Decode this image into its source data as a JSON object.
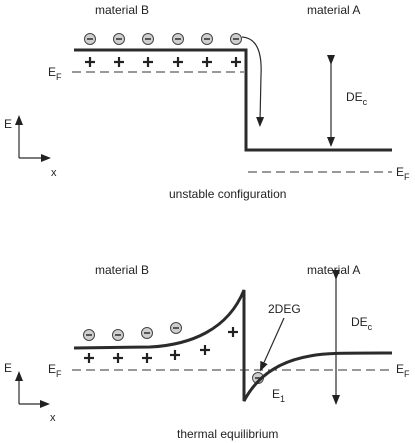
{
  "top": {
    "material_b": "material B",
    "material_a": "material A",
    "ef_left_main": "E",
    "ef_left_sub": "F",
    "ef_right_main": "E",
    "ef_right_sub": "F",
    "delta_ec_main": "DE",
    "delta_ec_sub": "c",
    "axis_e": "E",
    "axis_x": "x",
    "caption": "unstable configuration"
  },
  "bottom": {
    "material_b": "material B",
    "material_a": "material A",
    "ef_left_main": "E",
    "ef_left_sub": "F",
    "ef_right_main": "E",
    "ef_right_sub": "F",
    "delta_ec_main": "DE",
    "delta_ec_sub": "c",
    "twodeg": "2DEG",
    "e1_main": "E",
    "e1_sub": "1",
    "axis_e": "E",
    "axis_x": "x",
    "caption": "thermal equilibrium"
  },
  "colors": {
    "line": "#2b2b2b",
    "electron_fill": "#cfcfcf"
  }
}
